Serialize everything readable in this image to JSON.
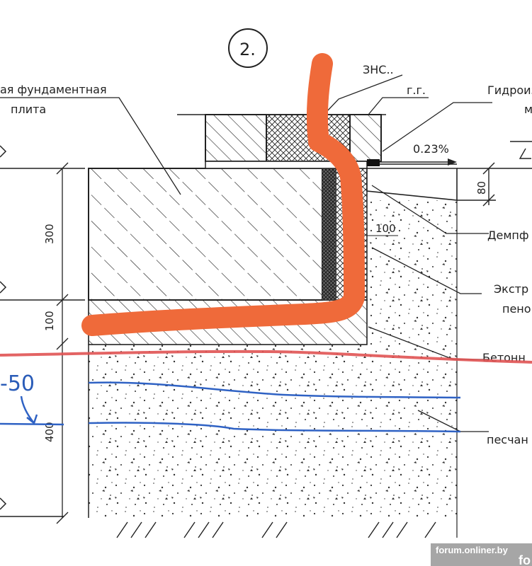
{
  "title": "2.",
  "labels": {
    "slab_line1": "ая фундаментная",
    "slab_line2": "плита",
    "zns": "ЗНС..",
    "gg": "г.г.",
    "hydro_line1": "Гидроиз",
    "hydro_line2": "м",
    "slope": "0.23%",
    "damper": "Демпф",
    "extr_line1": "Экстр",
    "extr_line2": "пено",
    "concrete": "Бетонн",
    "sand": "песчан"
  },
  "dimensions": {
    "d300": "300",
    "d100": "100",
    "d400": "400",
    "d80": "80",
    "d100b": "100"
  },
  "annotations": {
    "handwritten": "-50"
  },
  "watermark": {
    "text": "forum.onliner.by",
    "corner": "fo"
  },
  "colors": {
    "line": "#1a1a1a",
    "orange": "#ef6a3a",
    "red": "#e05353",
    "blue": "#2f62c4"
  }
}
